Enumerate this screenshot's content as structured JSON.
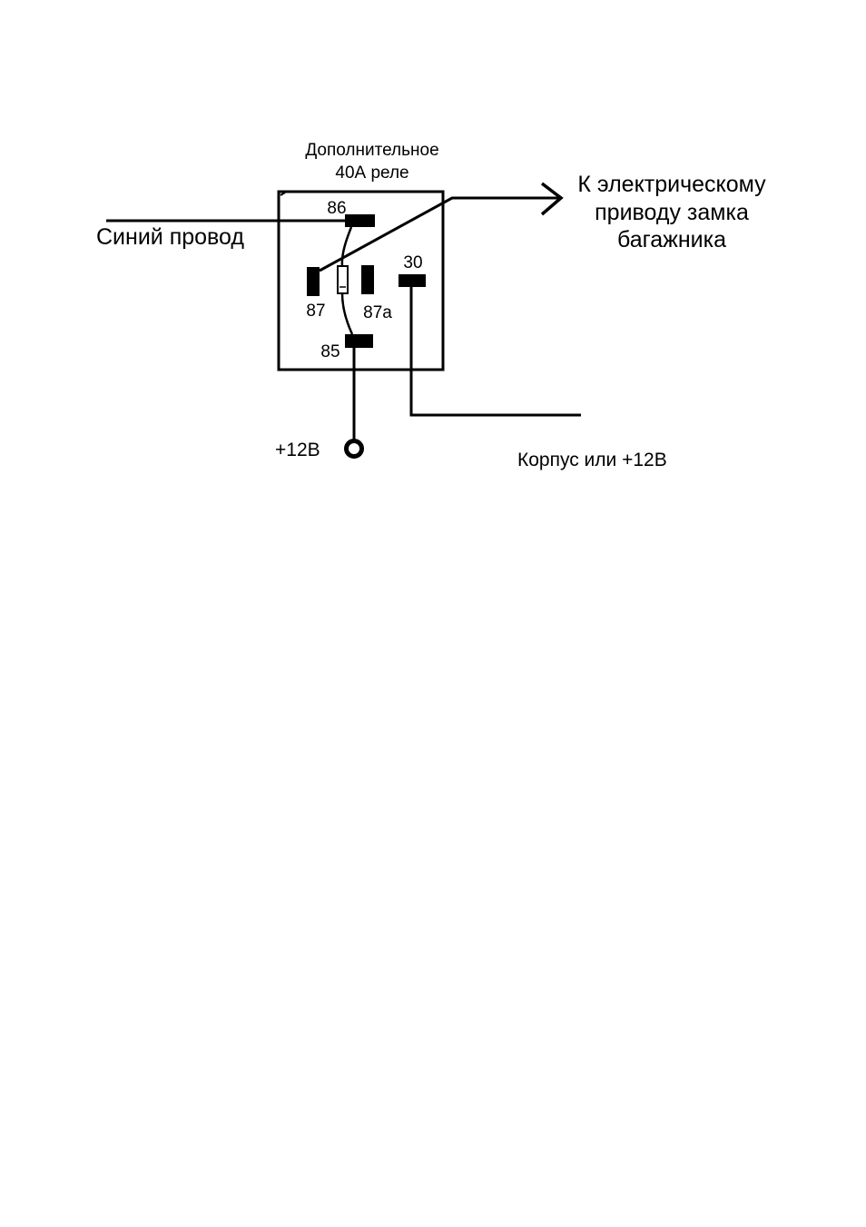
{
  "relay": {
    "title_line1": "Дополнительное",
    "title_line2": "40А реле"
  },
  "pins": {
    "p86": "86",
    "p87": "87",
    "p87a": "87a",
    "p85": "85",
    "p30": "30"
  },
  "labels": {
    "blue_wire": "Синий провод",
    "actuator_line1": "К электрическому",
    "actuator_line2": "приводу замка",
    "actuator_line3": "багажника",
    "plus12v": "+12В",
    "ground_or_12v": "Корпус или +12В"
  },
  "colors": {
    "ink": "#000000",
    "paper": "#ffffff"
  }
}
